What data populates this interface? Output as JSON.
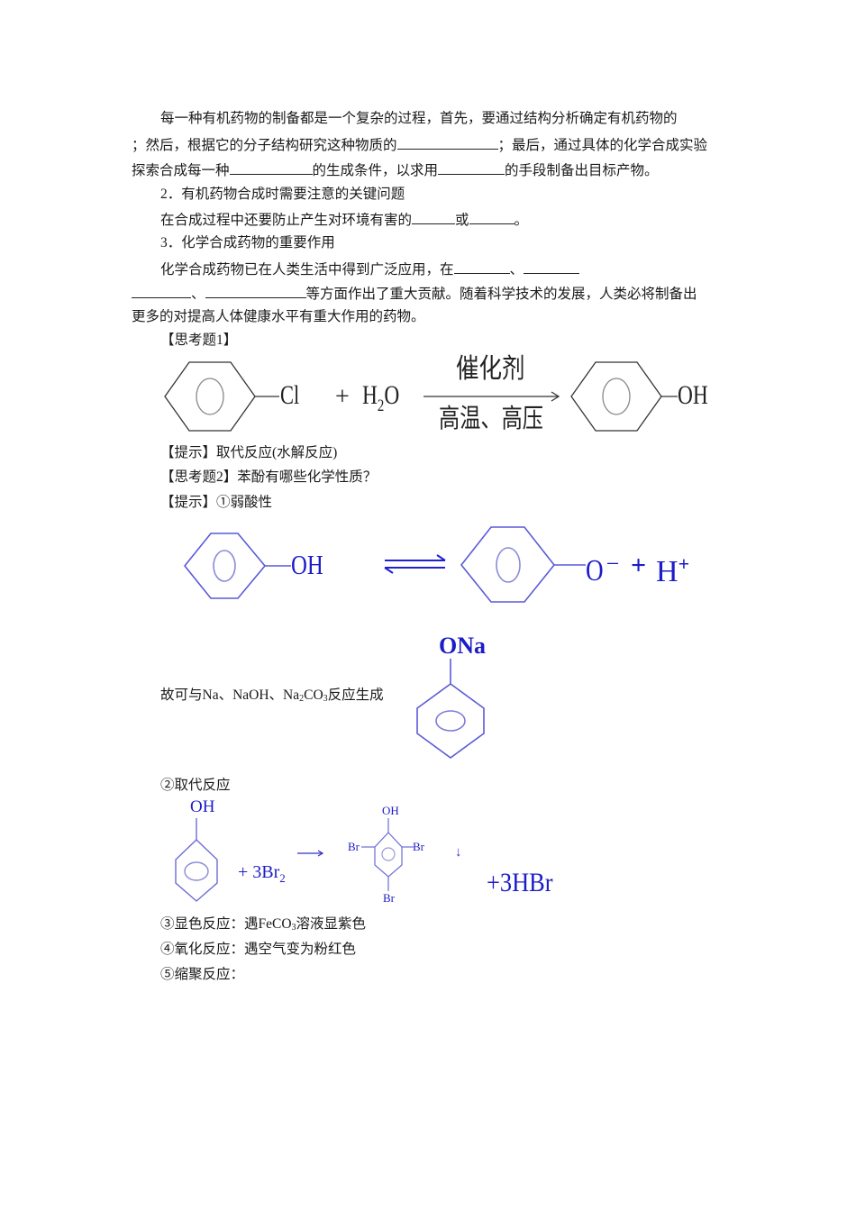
{
  "section1": {
    "line1": "每一种有机药物的制备都是一个复杂的过程，首先，要通过结构分析确定有机药物的",
    "line2_a": "；然后，根据它的分子结构研究这种物质的",
    "line2_b": "；最后，通过具体的化学合成实验",
    "line3_a": "探索合成每一种",
    "line3_b": "的生成条件，以求用",
    "line3_c": "的手段制备出目标产物。"
  },
  "section2": {
    "heading": "2．有机药物合成时需要注意的关键问题",
    "text_a": "在合成过程中还要防止产生对环境有害的",
    "text_b": "或",
    "text_c": "。"
  },
  "section3": {
    "heading": "3．化学合成药物的重要作用",
    "line1_a": "化学合成药物已在人类生活中得到广泛应用，在",
    "line1_b": "、",
    "line2_a": "、",
    "line2_b": "等方面作出了重大贡献。随着科学技术的发展，人类必将制备出",
    "line3": "更多的对提高人体健康水平有重大作用的药物。"
  },
  "question1": {
    "label": "【思考题1】",
    "reaction": {
      "reactant1_sub": "Cl",
      "plus": "+",
      "reactant2_H": "H",
      "reactant2_sub": "2",
      "reactant2_O": "O",
      "catalyst": "催化剂",
      "conditions": "高温、高压",
      "product_sub": "OH"
    },
    "hint": "【提示】取代反应(水解反应)"
  },
  "question2": {
    "label": "【思考题2】苯酚有哪些化学性质？",
    "hint": "【提示】①弱酸性",
    "ionization": {
      "left_sub": "OH",
      "right_sub": "O",
      "minus": "−",
      "plus": "+",
      "proton": "H",
      "proton_charge": "+"
    },
    "salt_text_a": "故可与Na、NaOH、Na",
    "salt_text_sub1": "2",
    "salt_text_b": "CO",
    "salt_text_sub2": "3",
    "salt_text_c": "反应生成",
    "salt_group": "ONa",
    "substitution": {
      "label": "②取代反应",
      "phenol_group": "OH",
      "reagent": "+ 3Br",
      "reagent_sub": "2",
      "product_top": "OH",
      "product_br_left": "Br",
      "product_br_right": "Br",
      "product_br_bottom": "Br",
      "precipitate": "↓",
      "byproduct": "+3HBr"
    },
    "color_reaction_a": "③显色反应：遇FeCO",
    "color_reaction_sub": "3",
    "color_reaction_b": "溶液显紫色",
    "oxidation": "④氧化反应：遇空气变为粉红色",
    "condensation": "⑤缩聚反应："
  },
  "colors": {
    "ink": "#1a1a1a",
    "chem_blue": "#1c1cc8",
    "ring_blue": "#6b6bd8"
  }
}
